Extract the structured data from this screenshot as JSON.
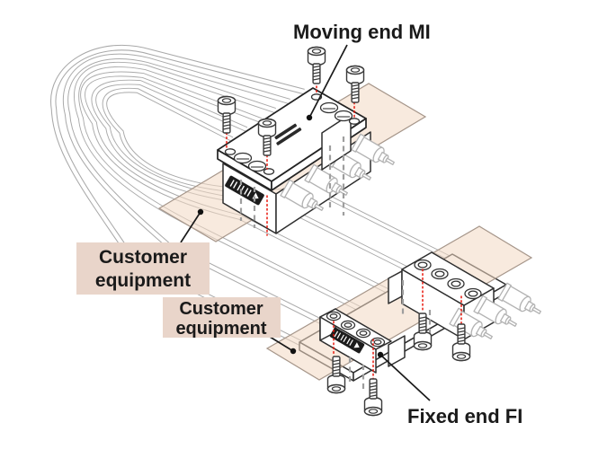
{
  "diagram": {
    "labels": {
      "moving_end": "Moving end MI",
      "fixed_end": "Fixed end FI",
      "customer_equipment_top": {
        "line1": "Customer",
        "line2": "equipment"
      },
      "customer_equipment_bottom": {
        "line1": "Customer",
        "line2": "equipment"
      }
    },
    "colors": {
      "background": "#ffffff",
      "label_box_bg": "#e9d5ca",
      "equipment_plate_fill": "#f2d9c2",
      "cable_gray": "#a9a9a9",
      "outline_dark": "#2a2a2a",
      "screw_axis_red": "#e8150a",
      "text": "#1a1a1a"
    },
    "icons": {
      "moving_block_side": "barcode-label",
      "fixed_block_side": "barcode-label",
      "moving_plate_top": "part-number-label"
    }
  }
}
